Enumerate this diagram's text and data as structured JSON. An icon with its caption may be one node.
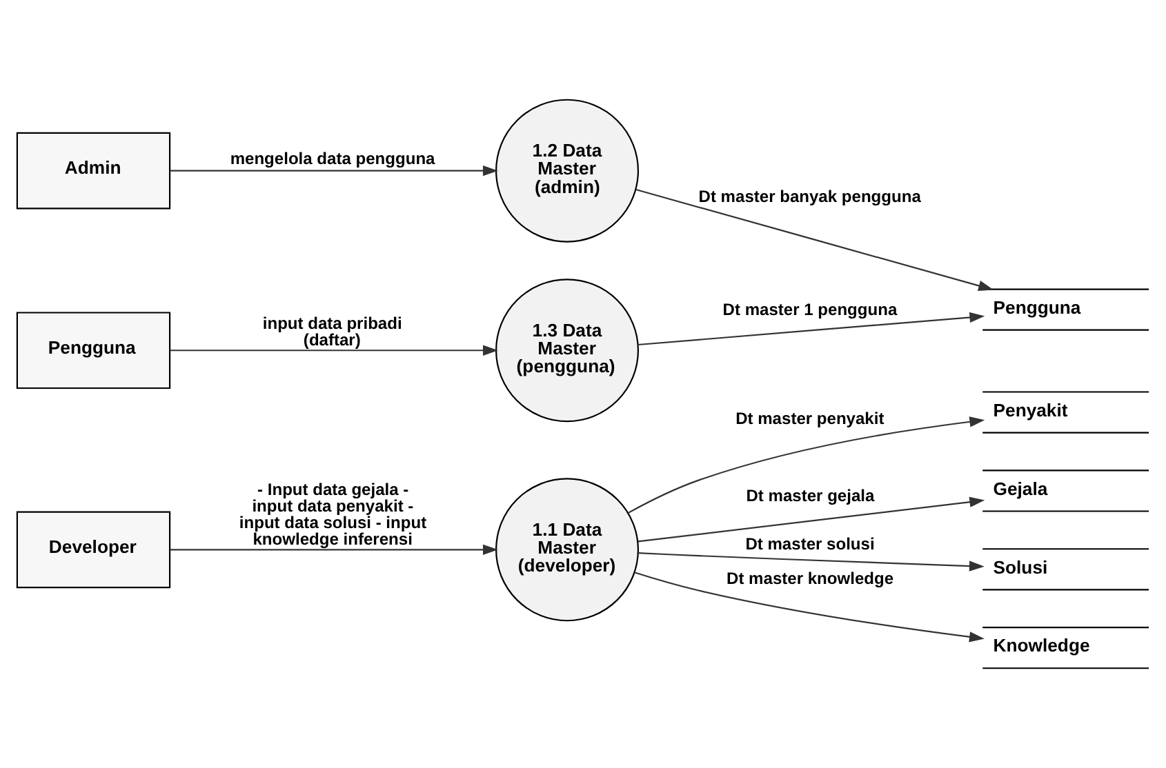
{
  "diagram": {
    "nodes": [
      {
        "text": [
          "Developer"
        ]
      },
      {
        "text": [
          "Admin"
        ]
      },
      {
        "text": [
          "Pengguna"
        ]
      },
      {
        "text": [
          "1.1 Data Master (developer)"
        ]
      },
      {
        "text": [
          "1.2 Data Master (admin)"
        ]
      },
      {
        "text": [
          "1.3 Data Master (pengguna)"
        ]
      },
      {
        "text": [
          "Penyakit"
        ]
      },
      {
        "text": [
          "Gejala"
        ]
      },
      {
        "text": [
          "Solusi"
        ]
      },
      {
        "text": [
          "Knowledge"
        ]
      },
      {
        "text": [
          "Pengguna"
        ]
      }
    ],
    "edges": [
      {
        "from": 0,
        "to": 3,
        "arrow": "to",
        "label": "- Input data gejala - input data penyakit - input data solusi - input knowledge inferensi"
      },
      {
        "from": 3,
        "to": 6,
        "arrow": "to",
        "label": "Dt master penyakit"
      },
      {
        "from": 3,
        "to": 7,
        "arrow": "to",
        "label": "Dt master gejala"
      },
      {
        "from": 3,
        "to": 8,
        "arrow": "to",
        "label": "Dt master solusi"
      },
      {
        "from": 3,
        "to": 9,
        "arrow": "to",
        "label": "Dt master knowledge"
      },
      {
        "from": 1,
        "to": 4,
        "arrow": "to",
        "label": "mengelola data pengguna"
      },
      {
        "from": 4,
        "to": 10,
        "arrow": "to",
        "label": "Dt master banyak pengguna"
      },
      {
        "from": 2,
        "to": 5,
        "arrow": "to",
        "label": "input data pribadi (daftar)"
      },
      {
        "from": 5,
        "to": 10,
        "arrow": "to",
        "label": "Dt master 1 pengguna"
      }
    ]
  }
}
